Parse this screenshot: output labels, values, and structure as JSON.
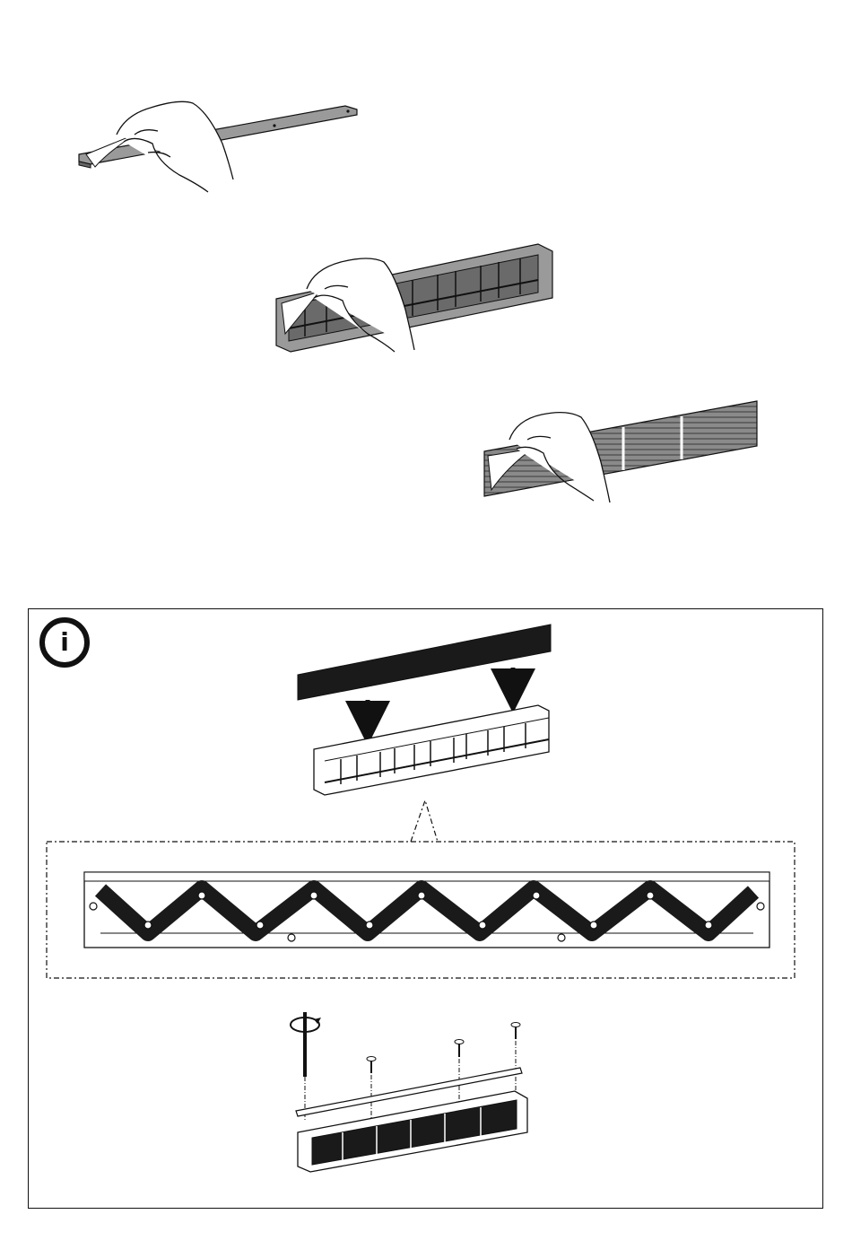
{
  "info_panel": {
    "icon": "info-icon",
    "glyph": "i"
  },
  "steps": [
    {
      "part": "top-rail",
      "action": "peel-protective-film"
    },
    {
      "part": "filter-frame",
      "action": "peel-protective-film"
    },
    {
      "part": "grille-panel",
      "action": "peel-protective-film"
    }
  ],
  "colors": {
    "line": "#111111",
    "part_fill": "#9a9a9a",
    "foam_fill": "#1a1a1a",
    "background": "#ffffff"
  }
}
